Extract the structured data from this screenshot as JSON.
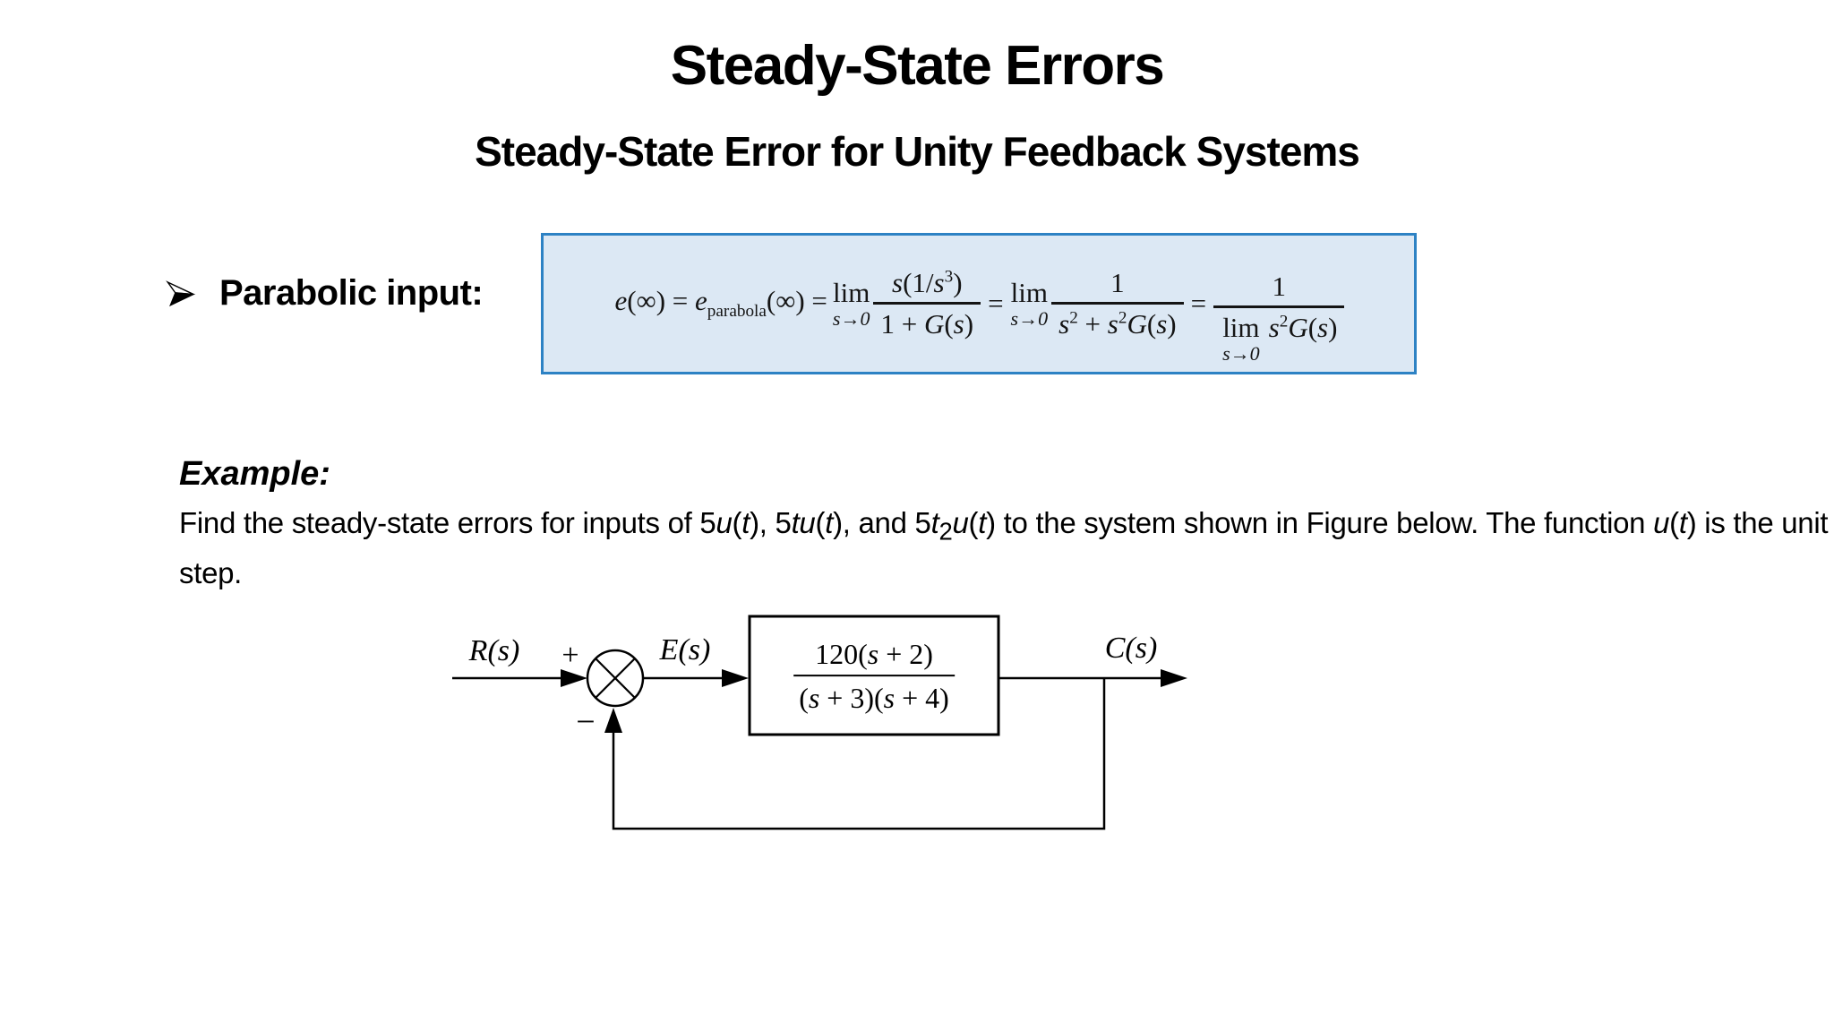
{
  "slide": {
    "title": "Steady-State Errors",
    "subtitle": "Steady-State Error for Unity Feedback Systems"
  },
  "bullet": {
    "icon": "arrow-bullet-icon",
    "label": "Parabolic input:"
  },
  "formula": {
    "lhs_html": "<i>e</i>(∞) = <i>e</i><sub>parabola</sub>(∞) =",
    "lim": "lim",
    "lim_sub": "s→0",
    "eq": "=",
    "frac1_num_html": "<i>s</i>(1/<i>s</i><sup>3</sup>)",
    "frac1_den_html": "1 + <i>G</i>(<i>s</i>)",
    "frac2_num": "1",
    "frac2_den_html": "<i>s</i><sup>2</sup> + <i>s</i><sup>2</sup><i>G</i>(<i>s</i>)",
    "frac3_num": "1",
    "frac3_den_expr_html": "<i>s</i><sup>2</sup><i>G</i>(<i>s</i>)"
  },
  "example": {
    "heading": "Example:",
    "body_html": "Find the steady-state errors for inputs of 5<i>u</i>(<i>t</i>), 5<i>tu</i>(<i>t</i>), and 5<i>t</i><sub>2</sub><i>u</i>(<i>t</i>) to the system shown in Figure below. The function <i>u</i>(<i>t</i>) is the unit step."
  },
  "diagram": {
    "input_label": "R(s)",
    "plus_sign": "+",
    "minus_sign": "−",
    "error_label": "E(s)",
    "block_num_html": "120(<i>s</i> + 2)",
    "block_den_html": "(<i>s</i> + 3)(<i>s</i> + 4)",
    "output_label": "C(s)"
  },
  "colors": {
    "formula_box_fill": "#dce8f4",
    "formula_box_border": "#2d82c4",
    "diagram_stroke": "#000000",
    "text": "#000000"
  }
}
